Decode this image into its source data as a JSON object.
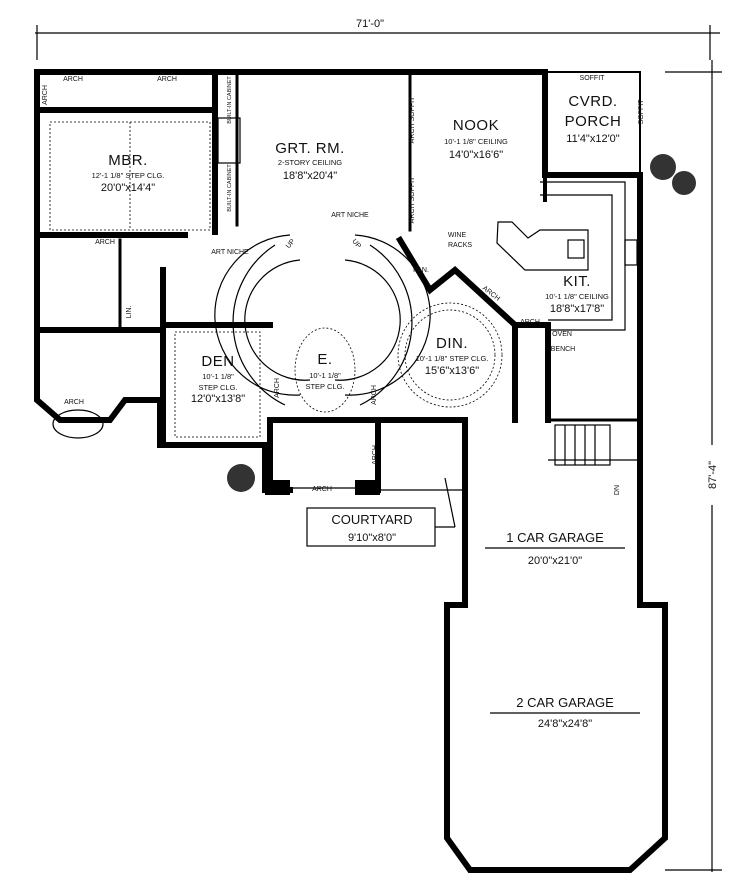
{
  "dimensions": {
    "overall_width": "71'-0\"",
    "overall_depth": "87'-4\""
  },
  "rooms": {
    "mbr": {
      "name": "MBR.",
      "ceiling": "12'-1 1/8\" STEP CLG.",
      "size": "20'0\"x14'4\""
    },
    "great_room": {
      "name": "GRT. RM.",
      "ceiling": "2-STORY CEILING",
      "size": "18'8\"x20'4\""
    },
    "nook": {
      "name": "NOOK",
      "ceiling": "10'-1 1/8\" CEILING",
      "size": "14'0\"x16'6\""
    },
    "covered_porch": {
      "name_line1": "CVRD.",
      "name_line2": "PORCH",
      "size": "11'4\"x12'0\""
    },
    "kitchen": {
      "name": "KIT.",
      "ceiling": "10'-1 1/8\" CEILING",
      "size": "18'8\"x17'8\""
    },
    "dining": {
      "name": "DIN.",
      "ceiling": "10'-1 1/8\" STEP CLG.",
      "size": "15'6\"x13'6\""
    },
    "entry": {
      "name": "E.",
      "ceiling_line1": "10'-1 1/8\"",
      "ceiling_line2": "STEP CLG."
    },
    "den": {
      "name": "DEN",
      "ceiling_line1": "10'-1 1/8\"",
      "ceiling_line2": "STEP CLG.",
      "size": "12'0\"x13'8\""
    },
    "courtyard": {
      "name": "COURTYARD",
      "size": "9'10\"x8'0\""
    },
    "garage_1": {
      "name": "1 CAR GARAGE",
      "size": "20'0\"x21'0\""
    },
    "garage_2": {
      "name": "2 CAR GARAGE",
      "size": "24'8\"x24'8\""
    }
  },
  "labels": {
    "arch": "ARCH",
    "soffit": "SOFFIT",
    "arch_soffit": "ARCH SOFFIT",
    "built_in_cabinet": "BUILT-IN CABINET",
    "art_niche": "ART NICHE",
    "wine_racks_1": "WINE",
    "wine_racks_2": "RACKS",
    "pantry": "PAN.",
    "oven": "OVEN",
    "bench": "BENCH",
    "linen": "LIN.",
    "up": "UP",
    "down": "DN"
  }
}
